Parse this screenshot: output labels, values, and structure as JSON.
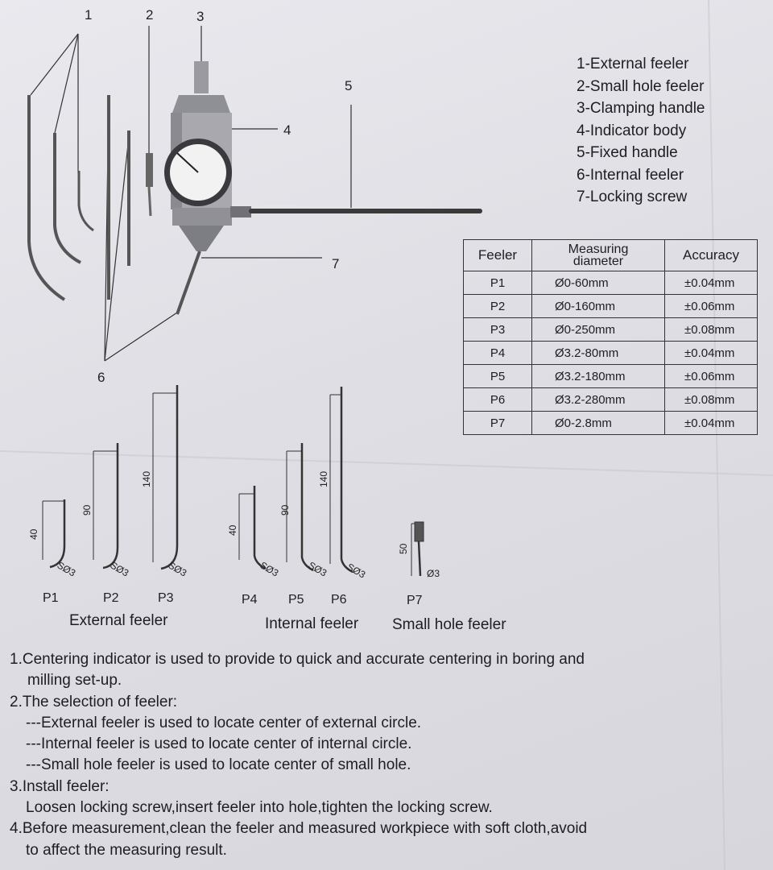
{
  "diagram": {
    "callouts": [
      "1",
      "2",
      "3",
      "4",
      "5",
      "6",
      "7"
    ]
  },
  "legend": [
    "1-External feeler",
    "2-Small hole feeler",
    "3-Clamping handle",
    "4-Indicator body",
    "5-Fixed handle",
    "6-Internal feeler",
    "7-Locking screw"
  ],
  "table": {
    "headers": [
      "Feeler",
      "Measuring diameter",
      "Accuracy"
    ],
    "header_measuring_line1": "Measuring",
    "header_measuring_line2": "diameter",
    "rows": [
      {
        "feeler": "P1",
        "diameter": "Ø0-60mm",
        "accuracy": "±0.04mm"
      },
      {
        "feeler": "P2",
        "diameter": "Ø0-160mm",
        "accuracy": "±0.06mm"
      },
      {
        "feeler": "P3",
        "diameter": "Ø0-250mm",
        "accuracy": "±0.08mm"
      },
      {
        "feeler": "P4",
        "diameter": "Ø3.2-80mm",
        "accuracy": "±0.04mm"
      },
      {
        "feeler": "P5",
        "diameter": "Ø3.2-180mm",
        "accuracy": "±0.06mm"
      },
      {
        "feeler": "P6",
        "diameter": "Ø3.2-280mm",
        "accuracy": "±0.08mm"
      },
      {
        "feeler": "P7",
        "diameter": "Ø0-2.8mm",
        "accuracy": "±0.04mm"
      }
    ]
  },
  "feelers": {
    "dims": [
      "40",
      "90",
      "140",
      "40",
      "90",
      "140",
      "50"
    ],
    "tips": [
      "SØ3",
      "SØ3",
      "SØ3",
      "SØ3",
      "SØ3",
      "SØ3",
      "Ø3"
    ],
    "labels": [
      "P1",
      "P2",
      "P3",
      "P4",
      "P5",
      "P6",
      "P7"
    ],
    "groups": [
      "External feeler",
      "Internal feeler",
      "Small hole feeler"
    ]
  },
  "instructions": [
    "1.Centering indicator is used to provide to quick and accurate centering in boring and",
    "milling set-up.",
    "2.The selection of feeler:",
    "---External feeler is used to locate center of external circle.",
    "---Internal feeler is used to locate center of internal circle.",
    "---Small hole feeler is used to locate center of small hole.",
    "3.Install feeler:",
    "Loosen locking screw,insert feeler into hole,tighten the locking screw.",
    "4.Before measurement,clean the feeler and measured workpiece with soft cloth,avoid",
    "to affect the measuring result."
  ]
}
